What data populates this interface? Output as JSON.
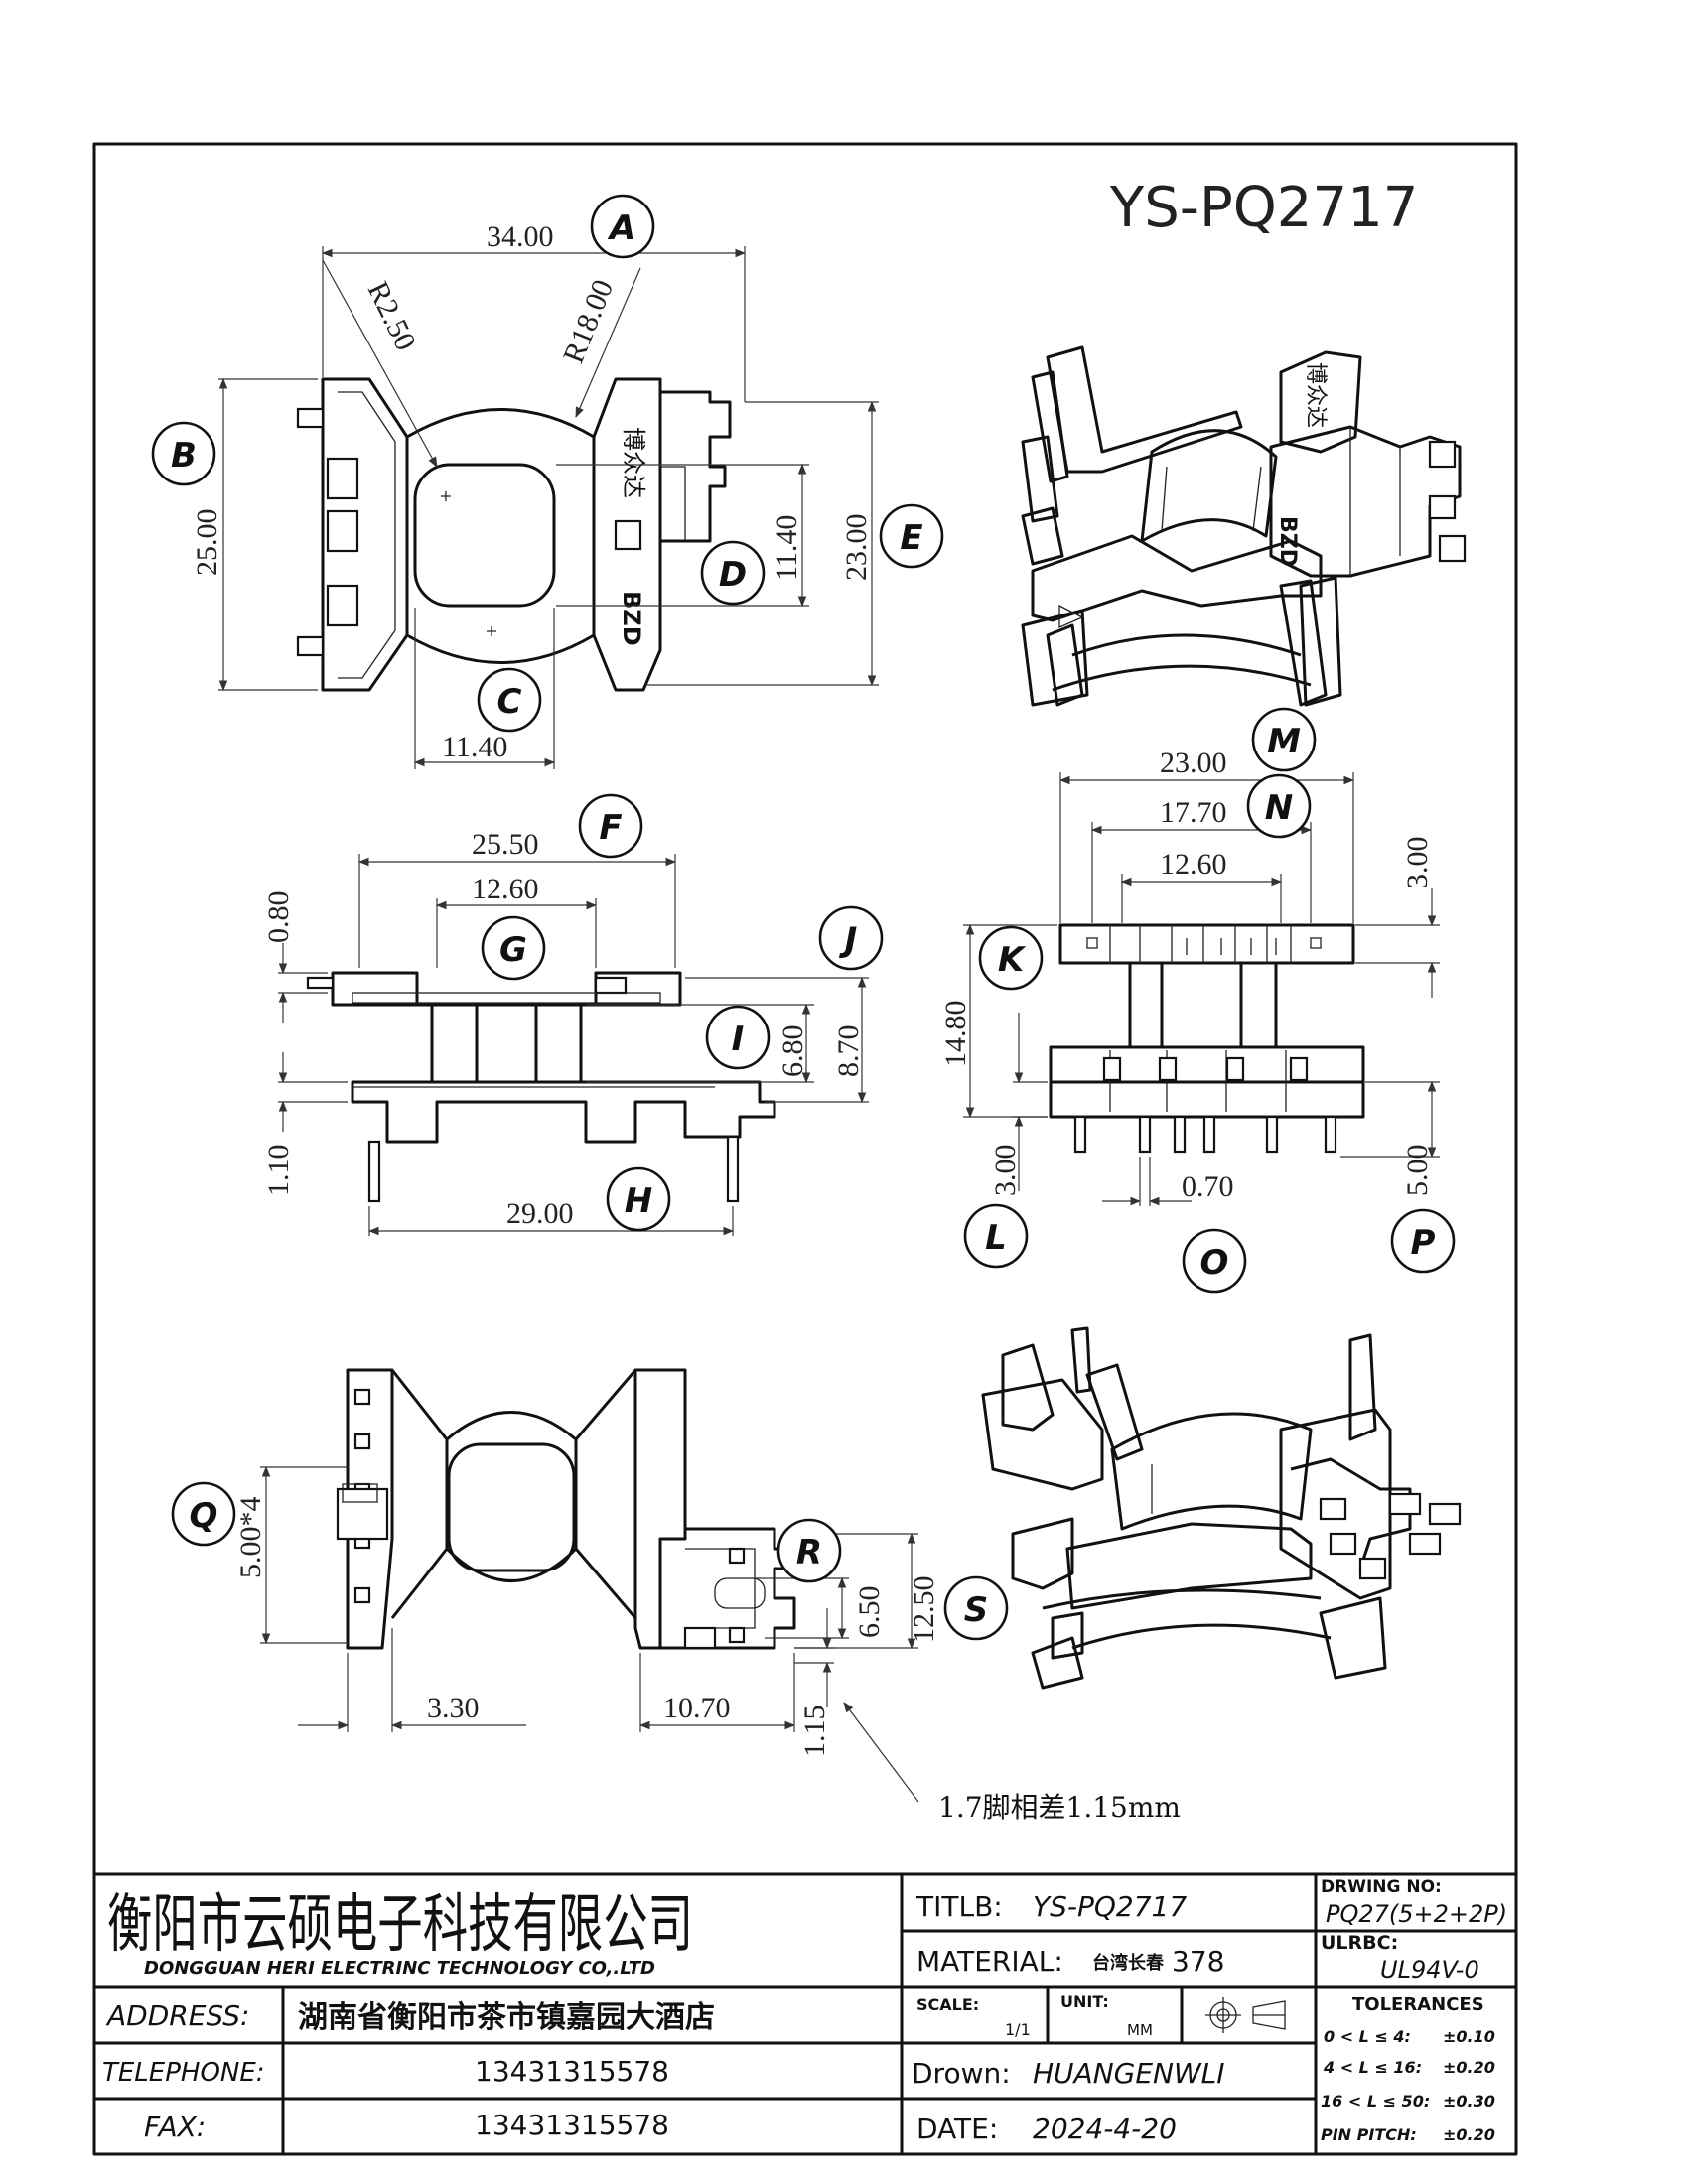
{
  "drawing_title": "YS-PQ2717",
  "views": {
    "top": {
      "dims": {
        "a": "34.00",
        "b": "25.00",
        "c": "11.40",
        "d": "11.40",
        "e": "23.00",
        "r1": "R2.50",
        "r2": "R18.00"
      },
      "markings": {
        "maker": "博众达",
        "logo": "BZD"
      }
    },
    "front": {
      "dims": {
        "f": "25.50",
        "g": "12.60",
        "h": "29.00",
        "i": "6.80",
        "j": "8.70",
        "k": "0.80",
        "l": "1.10"
      }
    },
    "side": {
      "dims": {
        "m": "23.00",
        "n": "17.70",
        "o": "12.60",
        "p": "3.00",
        "q": "14.80",
        "r": "3.00",
        "s": "0.70",
        "t": "5.00"
      }
    },
    "bottom": {
      "dims": {
        "q": "5.00*4",
        "r": "6.50",
        "s": "12.50",
        "t": "3.30",
        "u": "10.70",
        "v": "1.15"
      },
      "note": "1.7脚相差1.15mm"
    }
  },
  "callouts": [
    "A",
    "B",
    "C",
    "D",
    "E",
    "F",
    "G",
    "H",
    "I",
    "J",
    "K",
    "L",
    "M",
    "N",
    "O",
    "P",
    "Q",
    "R",
    "S"
  ],
  "title_block": {
    "company_cn": "衡阳市云硕电子科技有限公司",
    "company_en": "DONGGUAN HERI ELECTRINC TECHNOLOGY CO,.LTD",
    "address_label": "ADDRESS:",
    "address_value": "湖南省衡阳市茶市镇嘉园大酒店",
    "telephone_label": "TELEPHONE:",
    "telephone_value": "13431315578",
    "fax_label": "FAX:",
    "fax_value": "13431315578",
    "titlb_label": "TITLB:",
    "titlb_value": "YS-PQ2717",
    "material_label": "MATERIAL:",
    "material_maker": "台湾长春",
    "material_value": "378",
    "scale_label": "SCALE:",
    "scale_value": "1/1",
    "unit_label": "UNIT:",
    "unit_value": "MM",
    "drawn_label": "Drown:",
    "drawn_value": "HUANGENWLI",
    "date_label": "DATE:",
    "date_value": "2024-4-20",
    "drawing_no_label": "DRWING NO:",
    "drawing_no_value": "PQ27(5+2+2P)",
    "ulrbc_label": "ULRBC:",
    "ulrbc_value": "UL94V-0",
    "tolerances_label": "TOLERANCES",
    "tolerances": [
      {
        "range": "0 < L ≤  4:",
        "value": "±0.10"
      },
      {
        "range": "4 < L ≤ 16:",
        "value": "±0.20"
      },
      {
        "range": "16 < L ≤ 50:",
        "value": "±0.30"
      },
      {
        "range": "PIN PITCH:",
        "value": "±0.20"
      }
    ]
  }
}
